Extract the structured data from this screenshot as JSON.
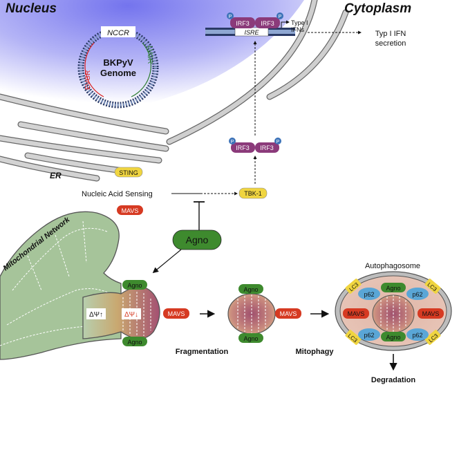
{
  "regions": {
    "nucleus": "Nucleus",
    "cytoplasm": "Cytoplasm",
    "er": "ER",
    "mito_network": "Mitochondrial Network"
  },
  "genome": {
    "title_line1": "BKPyV",
    "title_line2": "Genome",
    "nccr": "NCCR",
    "evgr": "EVGR",
    "lvgr": "LVGR"
  },
  "signaling": {
    "phospho": "P",
    "irf3": "IRF3",
    "isre": "ISRE",
    "type1_ifn_line1": "Type I",
    "type1_ifn_line2": "IFNs",
    "secretion_line1": "Typ I IFN",
    "secretion_line2": "secretion",
    "sting": "STING",
    "tbk1": "TBK-1",
    "nucleic_acid_sensing": "Nucleic Acid Sensing",
    "mavs": "MAVS"
  },
  "agno": {
    "main": "Agno",
    "small": "Agno"
  },
  "mitochondria": {
    "dpsi_up": "ΔΨ↑",
    "dpsi_down": "ΔΨ↓"
  },
  "process": {
    "fragmentation": "Fragmentation",
    "mitophagy": "Mitophagy",
    "autophagosome": "Autophagosome",
    "degradation": "Degradation",
    "p62": "p62",
    "lc3": "LC3"
  },
  "colors": {
    "irf3": "#8b3a7a",
    "phospho": "#3d73b8",
    "sting_tbk": "#f0d540",
    "mavs": "#d63a22",
    "agno": "#3e8a2e",
    "mito": "#a6c49a",
    "p62": "#5aa6d6",
    "er": "#c8c8c8"
  }
}
